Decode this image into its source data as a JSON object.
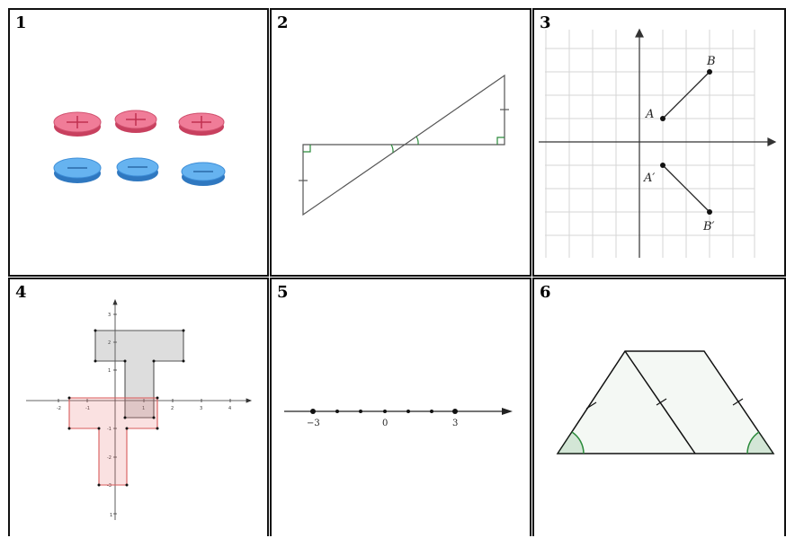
{
  "panels": [
    {
      "number": "1"
    },
    {
      "number": "2"
    },
    {
      "number": "3",
      "labels": {
        "a": "A",
        "b": "B",
        "a_prime": "A′",
        "b_prime": "B′"
      }
    },
    {
      "number": "4",
      "x_ticks": [
        "-2",
        "-1",
        "1",
        "2",
        "3",
        "4"
      ],
      "y_ticks": [
        "3",
        "2",
        "1",
        "-1",
        "-2",
        "-3",
        "1"
      ]
    },
    {
      "number": "5",
      "ticks": {
        "left": "−3",
        "zero": "0",
        "right": "3"
      }
    },
    {
      "number": "6"
    }
  ],
  "colors": {
    "red_tile": "#e05a7a",
    "blue_tile": "#3f8fd8",
    "angle_mark": "#2a8a3a",
    "red_shape": "#d85a5a",
    "gray_shape": "#555555"
  }
}
